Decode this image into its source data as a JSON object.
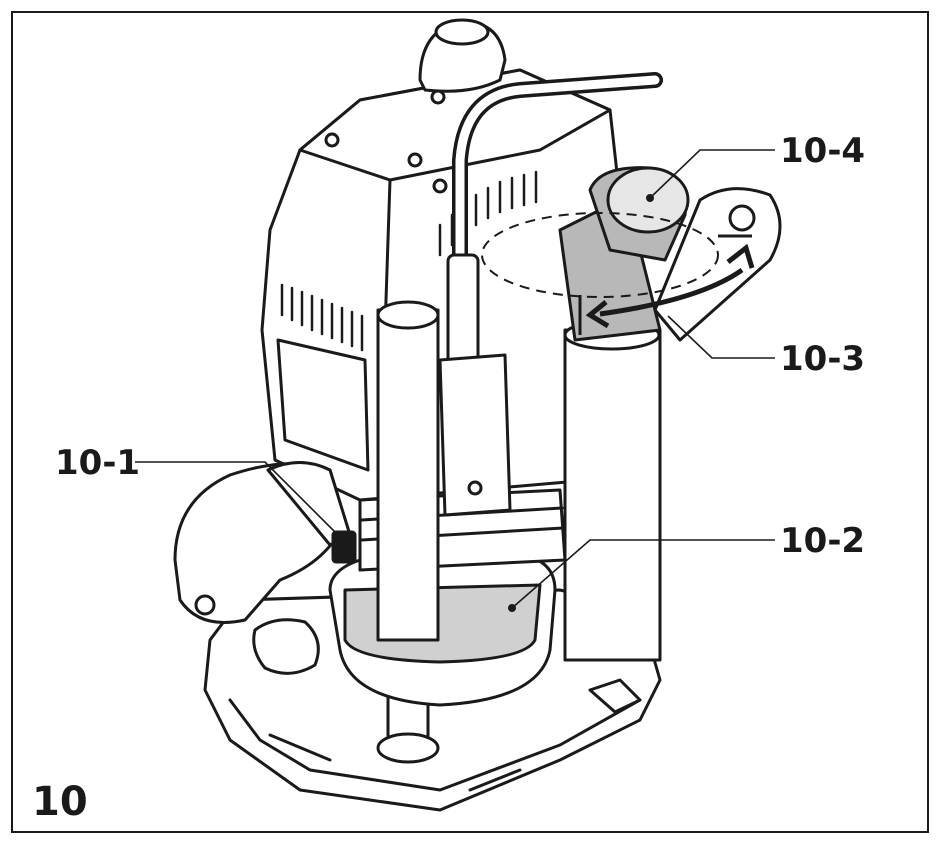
{
  "figure_number": "10",
  "callouts": [
    {
      "id": "callout-10-1",
      "label": "10-1"
    },
    {
      "id": "callout-10-2",
      "label": "10-2"
    },
    {
      "id": "callout-10-3",
      "label": "10-3"
    },
    {
      "id": "callout-10-4",
      "label": "10-4"
    }
  ],
  "colors": {
    "line": "#1a1a1a",
    "body_fill": "#ffffff",
    "hose_fill": "#b8b8b8",
    "bell_fill": "#d0d0d0"
  }
}
